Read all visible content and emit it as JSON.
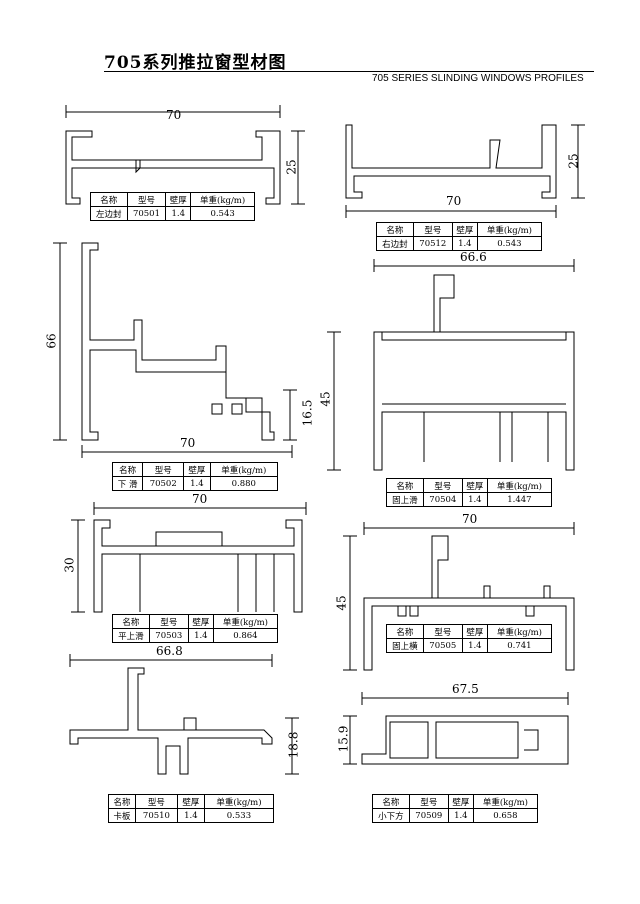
{
  "title_cn": "705系列推拉窗型材图",
  "title_en": "705 SERIES SLINDING WINDOWS PROFILES",
  "table_headers": [
    "名称",
    "型号",
    "壁厚",
    "单重(kg/m)"
  ],
  "profiles": [
    {
      "name": "左边封",
      "model": "70501",
      "wall": "1.4",
      "weight": "0.543",
      "dims": [
        "70",
        "25"
      ]
    },
    {
      "name": "右边封",
      "model": "70512",
      "wall": "1.4",
      "weight": "0.543",
      "dims": [
        "70",
        "25"
      ]
    },
    {
      "name": "下 滑",
      "model": "70502",
      "wall": "1.4",
      "weight": "0.880",
      "dims": [
        "70",
        "66",
        "16.5"
      ]
    },
    {
      "name": "固上滑",
      "model": "70504",
      "wall": "1.4",
      "weight": "1.447",
      "dims": [
        "66.6",
        "45"
      ]
    },
    {
      "name": "平上滑",
      "model": "70503",
      "wall": "1.4",
      "weight": "0.864",
      "dims": [
        "70",
        "30"
      ]
    },
    {
      "name": "固上横",
      "model": "70505",
      "wall": "1.4",
      "weight": "0.741",
      "dims": [
        "70",
        "45"
      ]
    },
    {
      "name": "卡板",
      "model": "70510",
      "wall": "1.4",
      "weight": "0.533",
      "dims": [
        "66.8",
        "18.8"
      ]
    },
    {
      "name": "小下方",
      "model": "70509",
      "wall": "1.4",
      "weight": "0.658",
      "dims": [
        "67.5",
        "15.9"
      ]
    }
  ]
}
